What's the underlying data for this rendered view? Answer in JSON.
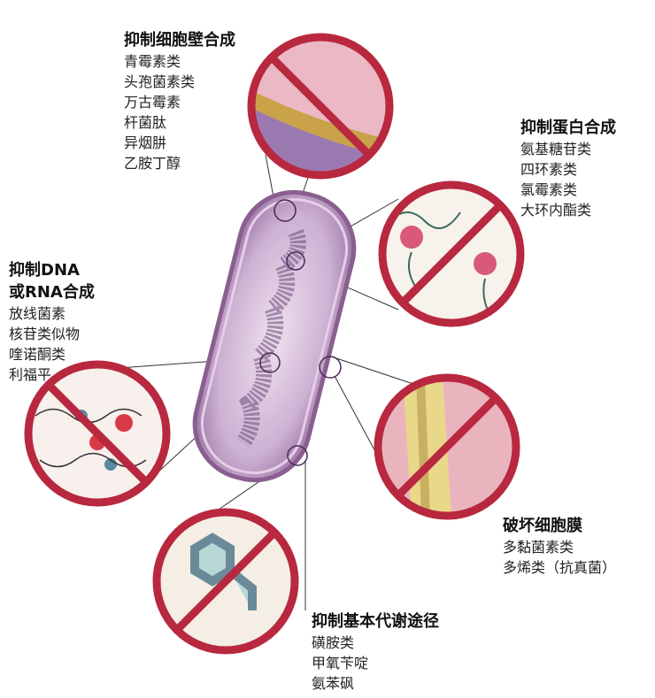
{
  "groups": {
    "cell_wall": {
      "title": "抑制细胞壁合成",
      "items": [
        "青霉素类",
        "头孢菌素类",
        "万古霉素",
        "杆菌肽",
        "异烟肼",
        "乙胺丁醇"
      ]
    },
    "protein": {
      "title": "抑制蛋白合成",
      "items": [
        "氨基糖苷类",
        "四环素类",
        "氯霉素类",
        "大环内酯类"
      ]
    },
    "nucleic_acid": {
      "title_line1": "抑制DNA",
      "title_line2": "或RNA合成",
      "items": [
        "放线菌素",
        "核苷类似物",
        "喹诺酮类",
        "利福平"
      ]
    },
    "membrane": {
      "title": "破坏细胞膜",
      "items": [
        "多黏菌素类",
        "多烯类（抗真菌）"
      ]
    },
    "metabolism": {
      "title": "抑制基本代谢途径",
      "items": [
        "磺胺类",
        "甲氧苄啶",
        "氨苯砜"
      ]
    }
  },
  "colors": {
    "prohibit_red": "#b8283f",
    "cell_purple": "#b89ac4",
    "cell_edge": "#9a6f9e"
  }
}
